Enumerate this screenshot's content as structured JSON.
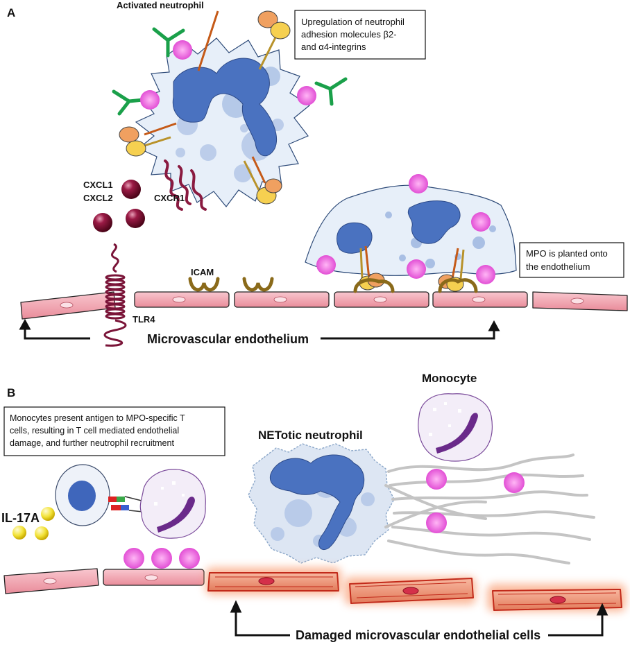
{
  "panel_a": {
    "letter": "A",
    "activated_neutrophil": "Activated neutrophil",
    "upregulation_box": [
      "Upregulation of neutrophil",
      "adhesion molecules β2-",
      "and α4-integrins"
    ],
    "cxcl1": "CXCL1",
    "cxcl2": "CXCL2",
    "cxcr1": "CXCR1",
    "icam": "ICAM",
    "tlr4": "TLR4",
    "mpo_box": [
      "MPO is planted onto",
      "the endothelium"
    ],
    "endothelium_label": "Microvascular endothelium"
  },
  "panel_b": {
    "letter": "B",
    "monocyte_box": [
      "Monocytes present antigen to MPO-specific T",
      "cells, resulting in T cell mediated endothelial",
      "damage, and further neutrophil recruitment"
    ],
    "netotic": "NETotic neutrophil",
    "monocyte": "Monocyte",
    "il17a": "IL-17A",
    "damaged_label": "Damaged microvascular endothelial cells"
  },
  "colors": {
    "nucleus": "#4a72c0",
    "cell_body": "#e6eef8",
    "mpo": "#ee66dd",
    "chemokine": "#7a1030",
    "receptor": "#8a1a40",
    "endothelium": "#f4aeb8",
    "damaged_glow": "#f7a06a",
    "icam": "#8a6a1a",
    "il17a": "#f1e030",
    "monocyte_nucleus": "#7a3a9a"
  }
}
